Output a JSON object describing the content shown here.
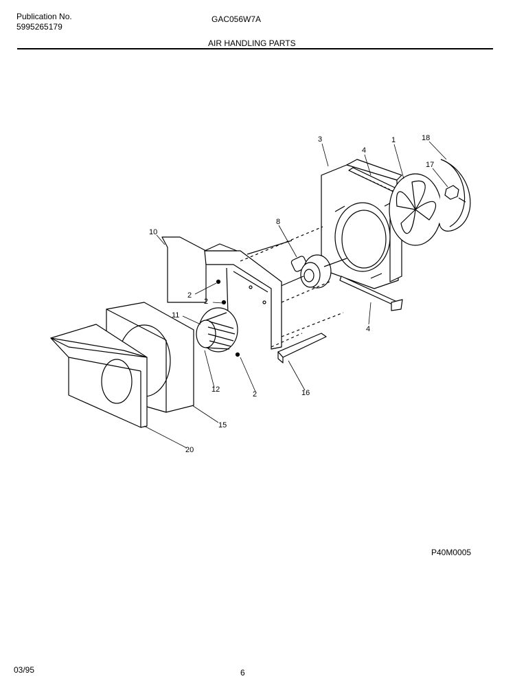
{
  "header": {
    "publication_label": "Publication No.",
    "publication_number": "5995265179",
    "model": "GAC056W7A",
    "section_title": "AIR HANDLING PARTS"
  },
  "diagram": {
    "callouts": [
      "3",
      "4",
      "1",
      "18",
      "17",
      "8",
      "10",
      "2",
      "2",
      "11",
      "4",
      "12",
      "2",
      "16",
      "15",
      "20"
    ],
    "figure_code": "P40M0005"
  },
  "footer": {
    "date": "03/95",
    "page_number": "6"
  }
}
